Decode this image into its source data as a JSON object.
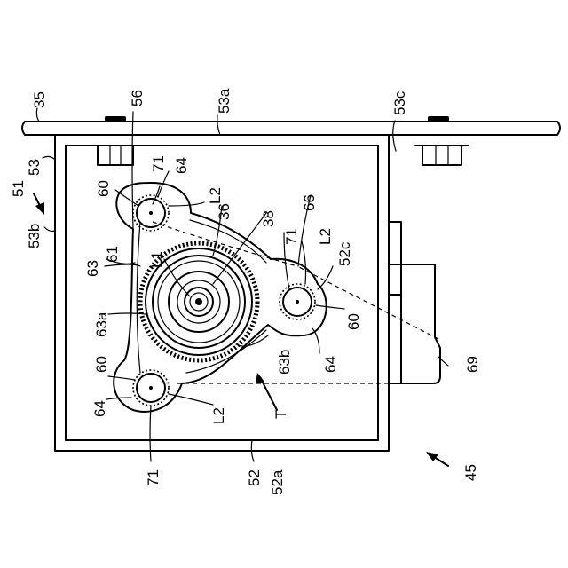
{
  "figure": {
    "labels": {
      "ref_35": "35",
      "ref_53a": "53a",
      "ref_53c": "53c",
      "ref_56": "56",
      "ref_51": "51",
      "ref_53": "53",
      "ref_53b": "53b",
      "ref_71_top": "71",
      "ref_64_top": "64",
      "ref_60_top": "60",
      "ref_l2_top": "L2",
      "ref_36": "36",
      "ref_66": "66",
      "ref_38": "38",
      "ref_71_right": "71",
      "ref_l2_right": "L2",
      "ref_63": "63",
      "ref_61": "61",
      "ref_l1": "L1",
      "ref_52c": "52c",
      "ref_63a": "63a",
      "ref_60_right": "60",
      "ref_63b": "63b",
      "ref_64_right": "64",
      "ref_69": "69",
      "ref_60_bottom": "60",
      "ref_64_bottom": "64",
      "ref_l2_bottom": "L2",
      "ref_t": "T",
      "ref_71_bottom": "71",
      "ref_52": "52",
      "ref_52a": "52a",
      "ref_45": "45"
    }
  }
}
